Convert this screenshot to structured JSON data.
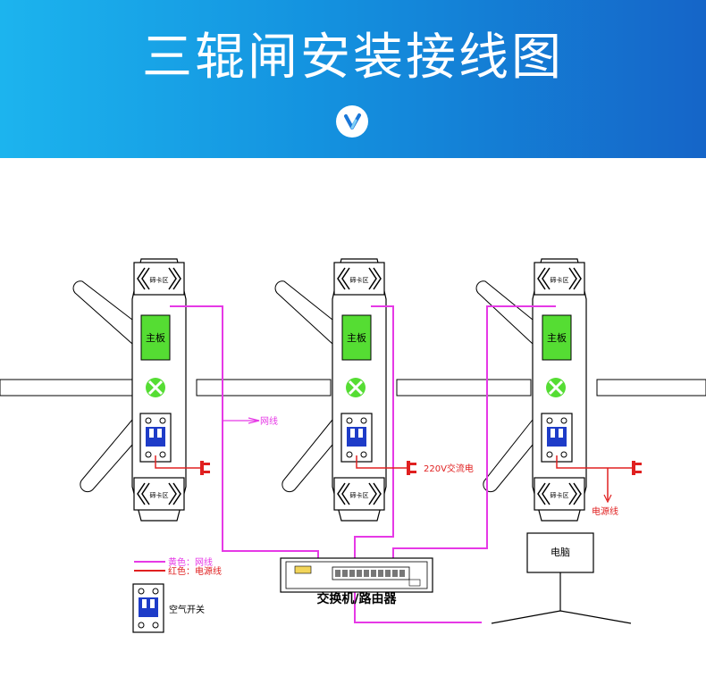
{
  "header": {
    "title": "三辊闸安装接线图"
  },
  "gates": [
    {
      "board_label": "主板",
      "top_label": "碲卡区",
      "bottom_label": "碲卡区"
    },
    {
      "board_label": "主板",
      "top_label": "碲卡区",
      "bottom_label": "碲卡区"
    },
    {
      "board_label": "主板",
      "top_label": "碲卡区",
      "bottom_label": "碲卡区"
    }
  ],
  "diagram": {
    "network_label": "网线",
    "power_220_label": "220V交流电",
    "power_line_label": "电源线",
    "switch_label": "交换机/路由器",
    "computer_label": "电脑"
  },
  "legend": {
    "network": "黄色：网线",
    "power": "红色：电源线",
    "breaker": "空气开关"
  },
  "colors": {
    "network_wire": "#e639e6",
    "power_wire": "#e02020",
    "board": "#55dd33",
    "banner_start": "#1cb4ee",
    "banner_end": "#1565c8"
  }
}
